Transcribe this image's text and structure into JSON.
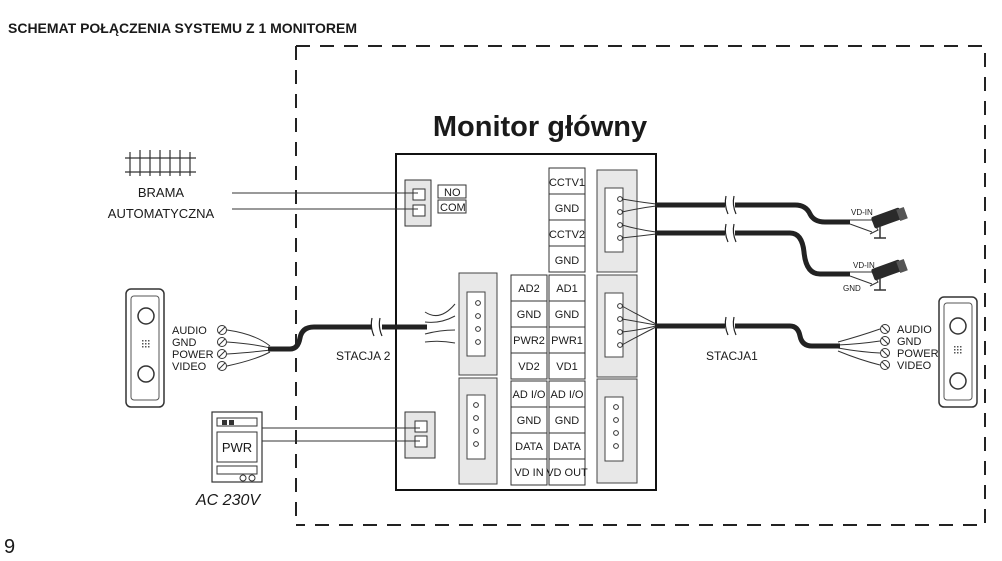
{
  "header": {
    "title": "SCHEMAT POŁĄCZENIA SYSTEMU Z 1 MONITOREM",
    "page_number": "9"
  },
  "monitor": {
    "title": "Monitor główny"
  },
  "gate": {
    "line1": "BRAMA",
    "line2": "AUTOMATYCZNA",
    "contacts": [
      "NO",
      "COM"
    ]
  },
  "terminals": {
    "cctv": [
      "CCTV1",
      "GND",
      "CCTV2",
      "GND"
    ],
    "station2": [
      "AD2",
      "GND",
      "PWR2",
      "VD2"
    ],
    "station1": [
      "AD1",
      "GND",
      "PWR1",
      "VD1"
    ],
    "bus_left": [
      "AD I/O",
      "GND",
      "DATA",
      "VD IN"
    ],
    "bus_right": [
      "AD I/O",
      "GND",
      "DATA",
      "VD OUT"
    ]
  },
  "station_left": {
    "label": "STACJA 2",
    "wires": [
      "AUDIO",
      "GND",
      "POWER",
      "VIDEO"
    ]
  },
  "station_right": {
    "label": "STACJA1",
    "wires": [
      "AUDIO",
      "GND",
      "POWER",
      "VIDEO"
    ]
  },
  "cameras": {
    "cam1_label": "VD-IN",
    "cam2_label": "VD-IN",
    "cam2_gnd": "GND"
  },
  "power": {
    "unit_label": "PWR",
    "supply": "AC 230V"
  }
}
